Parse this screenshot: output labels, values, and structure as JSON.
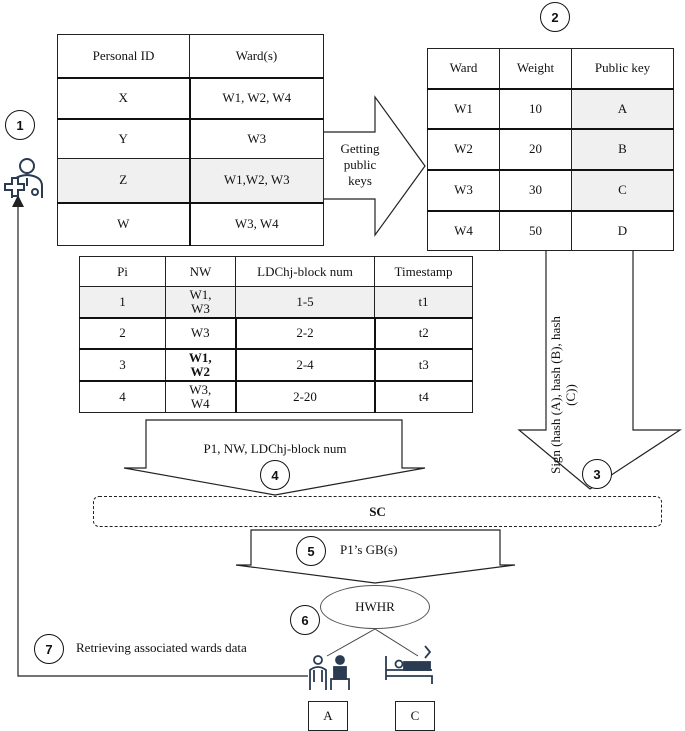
{
  "steps": [
    "1",
    "2",
    "3",
    "4",
    "5",
    "6",
    "7"
  ],
  "ward_assignment_table": {
    "headers": [
      "Personal ID",
      "Ward(s)"
    ],
    "rows": [
      [
        "X",
        "W1, W2, W4"
      ],
      [
        "Y",
        "W3"
      ],
      [
        "Z",
        "W1,W2, W3"
      ],
      [
        "W",
        "W3, W4"
      ]
    ]
  },
  "public_key_table": {
    "headers": [
      "Ward",
      "Weight",
      "Public key"
    ],
    "rows": [
      [
        "W1",
        "10",
        "A"
      ],
      [
        "W2",
        "20",
        "B"
      ],
      [
        "W3",
        "30",
        "C"
      ],
      [
        "W4",
        "50",
        "D"
      ]
    ]
  },
  "block_table": {
    "headers": [
      "Pi",
      "NW",
      "LDChj-block num",
      "Timestamp"
    ],
    "rows": [
      [
        "1",
        "W1,\nW3",
        "1-5",
        "t1"
      ],
      [
        "2",
        "W3",
        "2-2",
        "t2"
      ],
      [
        "3",
        "W1,\nW2",
        "2-4",
        "t3"
      ],
      [
        "4",
        "W3,\nW4",
        "2-20",
        "t4"
      ]
    ]
  },
  "arrows": {
    "getting_keys": "Getting\npublic\nkeys",
    "sign": "Sign (hash (A), hash (B), hash\n(C))",
    "p1_query": "P1, NW, LDChj-block num",
    "p1_gb": "P1’s GB(s)",
    "retrieving": "Retrieving  associated wards data"
  },
  "sc_label": "SC",
  "hwhr_label": "HWHR",
  "ward_boxes": [
    "A",
    "C"
  ],
  "colors": {
    "line": "#222222",
    "shade": "#f0f0f0"
  },
  "icons": [
    "doctor-icon",
    "doctor-patient-icon",
    "hospital-bed-icon"
  ]
}
